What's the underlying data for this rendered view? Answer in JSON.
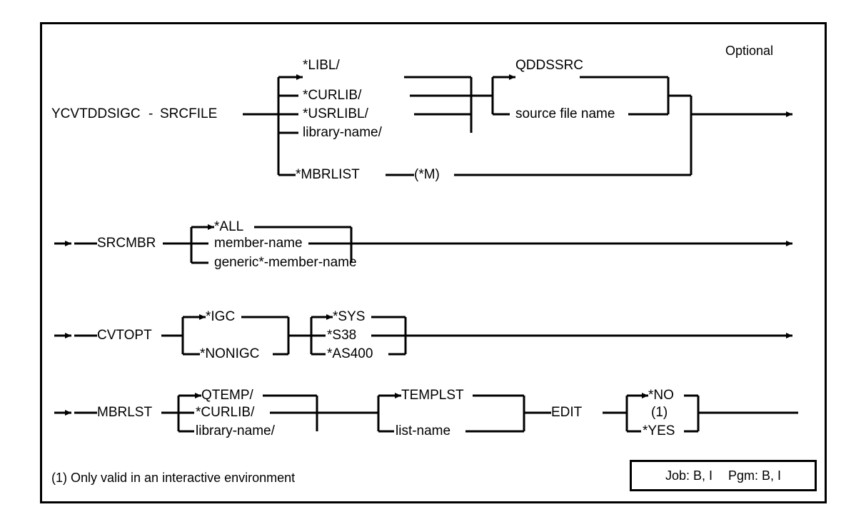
{
  "diagram": {
    "command": "YCVTDDSIGC",
    "optional_label": "Optional",
    "footnote": "(1)  Only valid in an interactive environment",
    "job": "Job: B, I",
    "pgm": "Pgm: B, I",
    "rows": [
      {
        "id": "srcfile",
        "keyword": "SRCFILE",
        "library_choices": [
          {
            "value": "*LIBL/",
            "default": true
          },
          {
            "value": "*CURLIB/",
            "default": false
          },
          {
            "value": "*USRLIBL/",
            "default": false
          },
          {
            "value": "library-name/",
            "default": false
          }
        ],
        "file_choices": [
          {
            "value": "QDDSSRC",
            "default": true
          },
          {
            "value": "source file name",
            "default": false
          }
        ],
        "alternate": {
          "value": "*MBRLIST",
          "suffix": "(*M)"
        }
      },
      {
        "id": "srcmbr",
        "keyword": "SRCMBR",
        "choices": [
          {
            "value": "*ALL",
            "default": true
          },
          {
            "value": "member-name",
            "default": false
          },
          {
            "value": "generic*-member-name",
            "default": false
          }
        ]
      },
      {
        "id": "cvtopt",
        "keyword": "CVTOPT",
        "group_one": [
          {
            "value": "*IGC",
            "default": true
          },
          {
            "value": "*NONIGC",
            "default": false
          }
        ],
        "group_two": [
          {
            "value": "*SYS",
            "default": true
          },
          {
            "value": "*S38",
            "default": false
          },
          {
            "value": "*AS400",
            "default": false
          }
        ]
      },
      {
        "id": "mbrlst",
        "keyword": "MBRLST",
        "library_choices": [
          {
            "value": "QTEMP/",
            "default": true
          },
          {
            "value": "*CURLIB/",
            "default": false
          },
          {
            "value": "library-name/",
            "default": false
          }
        ],
        "list_choices": [
          {
            "value": "TEMPLST",
            "default": true
          },
          {
            "value": "list-name",
            "default": false
          }
        ],
        "edit_keyword": "EDIT",
        "edit_choices": [
          {
            "value": "*NO",
            "default": true
          },
          {
            "value": "(1)",
            "default": false
          },
          {
            "value": "*YES",
            "default": false
          }
        ]
      }
    ]
  },
  "colors": {
    "line": "#000000",
    "background": "#ffffff",
    "text": "#000000"
  }
}
